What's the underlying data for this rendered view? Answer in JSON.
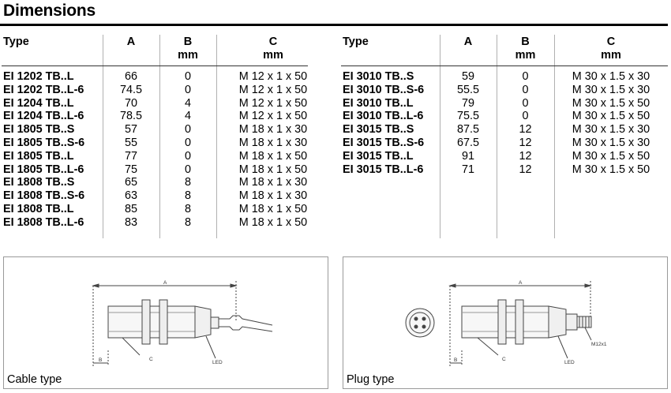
{
  "page": {
    "title": "Dimensions"
  },
  "left_table": {
    "headers": {
      "type": "Type",
      "a": "A",
      "b": "B",
      "b_unit": "mm",
      "c": "C",
      "c_unit": "mm"
    },
    "rows": [
      {
        "type": "EI 1202 TB..L",
        "a": "66",
        "b": "0",
        "c": "M 12 x 1 x 50"
      },
      {
        "type": "EI 1202 TB..L-6",
        "a": "74.5",
        "b": "0",
        "c": "M 12 x 1 x 50"
      },
      {
        "type": "EI 1204 TB..L",
        "a": "70",
        "b": "4",
        "c": "M 12 x 1 x 50"
      },
      {
        "type": "EI 1204 TB..L-6",
        "a": "78.5",
        "b": "4",
        "c": "M 12 x 1 x 50"
      },
      {
        "type": "EI 1805 TB..S",
        "a": "57",
        "b": "0",
        "c": "M 18 x 1 x 30"
      },
      {
        "type": "EI 1805 TB..S-6",
        "a": "55",
        "b": "0",
        "c": "M 18 x 1 x 30"
      },
      {
        "type": "EI 1805 TB..L",
        "a": "77",
        "b": "0",
        "c": "M 18 x 1 x 50"
      },
      {
        "type": "EI 1805 TB..L-6",
        "a": "75",
        "b": "0",
        "c": "M 18 x 1 x 50"
      },
      {
        "type": "EI 1808 TB..S",
        "a": "65",
        "b": "8",
        "c": "M 18 x 1 x 30"
      },
      {
        "type": "EI 1808 TB..S-6",
        "a": "63",
        "b": "8",
        "c": "M 18 x 1 x 30"
      },
      {
        "type": "EI 1808 TB..L",
        "a": "85",
        "b": "8",
        "c": "M 18 x 1 x 50"
      },
      {
        "type": "EI 1808 TB..L-6",
        "a": "83",
        "b": "8",
        "c": "M 18 x 1 x 50"
      }
    ]
  },
  "right_table": {
    "headers": {
      "type": "Type",
      "a": "A",
      "b": "B",
      "b_unit": "mm",
      "c": "C",
      "c_unit": "mm"
    },
    "rows": [
      {
        "type": "EI 3010 TB..S",
        "a": "59",
        "b": "0",
        "c": "M 30 x 1.5 x 30"
      },
      {
        "type": "EI 3010 TB..S-6",
        "a": "55.5",
        "b": "0",
        "c": "M 30 x 1.5 x 30"
      },
      {
        "type": "EI 3010 TB..L",
        "a": "79",
        "b": "0",
        "c": "M 30 x 1.5 x 50"
      },
      {
        "type": "EI 3010 TB..L-6",
        "a": "75.5",
        "b": "0",
        "c": "M 30 x 1.5 x 50"
      },
      {
        "type": "EI 3015 TB..S",
        "a": "87.5",
        "b": "12",
        "c": "M 30 x 1.5 x 30"
      },
      {
        "type": "EI 3015 TB..S-6",
        "a": "67.5",
        "b": "12",
        "c": "M 30 x 1.5 x 30"
      },
      {
        "type": "EI 3015 TB..L",
        "a": "91",
        "b": "12",
        "c": "M 30 x 1.5 x 50"
      },
      {
        "type": "EI 3015 TB..L-6",
        "a": "71",
        "b": "12",
        "c": "M 30 x 1.5 x 50"
      }
    ]
  },
  "cable_drawing": {
    "caption": "Cable type",
    "labels": {
      "a": "A",
      "b": "B",
      "c": "C",
      "led": "LED"
    }
  },
  "plug_drawing": {
    "caption": "Plug type",
    "labels": {
      "a": "A",
      "b": "B",
      "c": "C",
      "led": "LED",
      "thread": "M12x1"
    }
  }
}
